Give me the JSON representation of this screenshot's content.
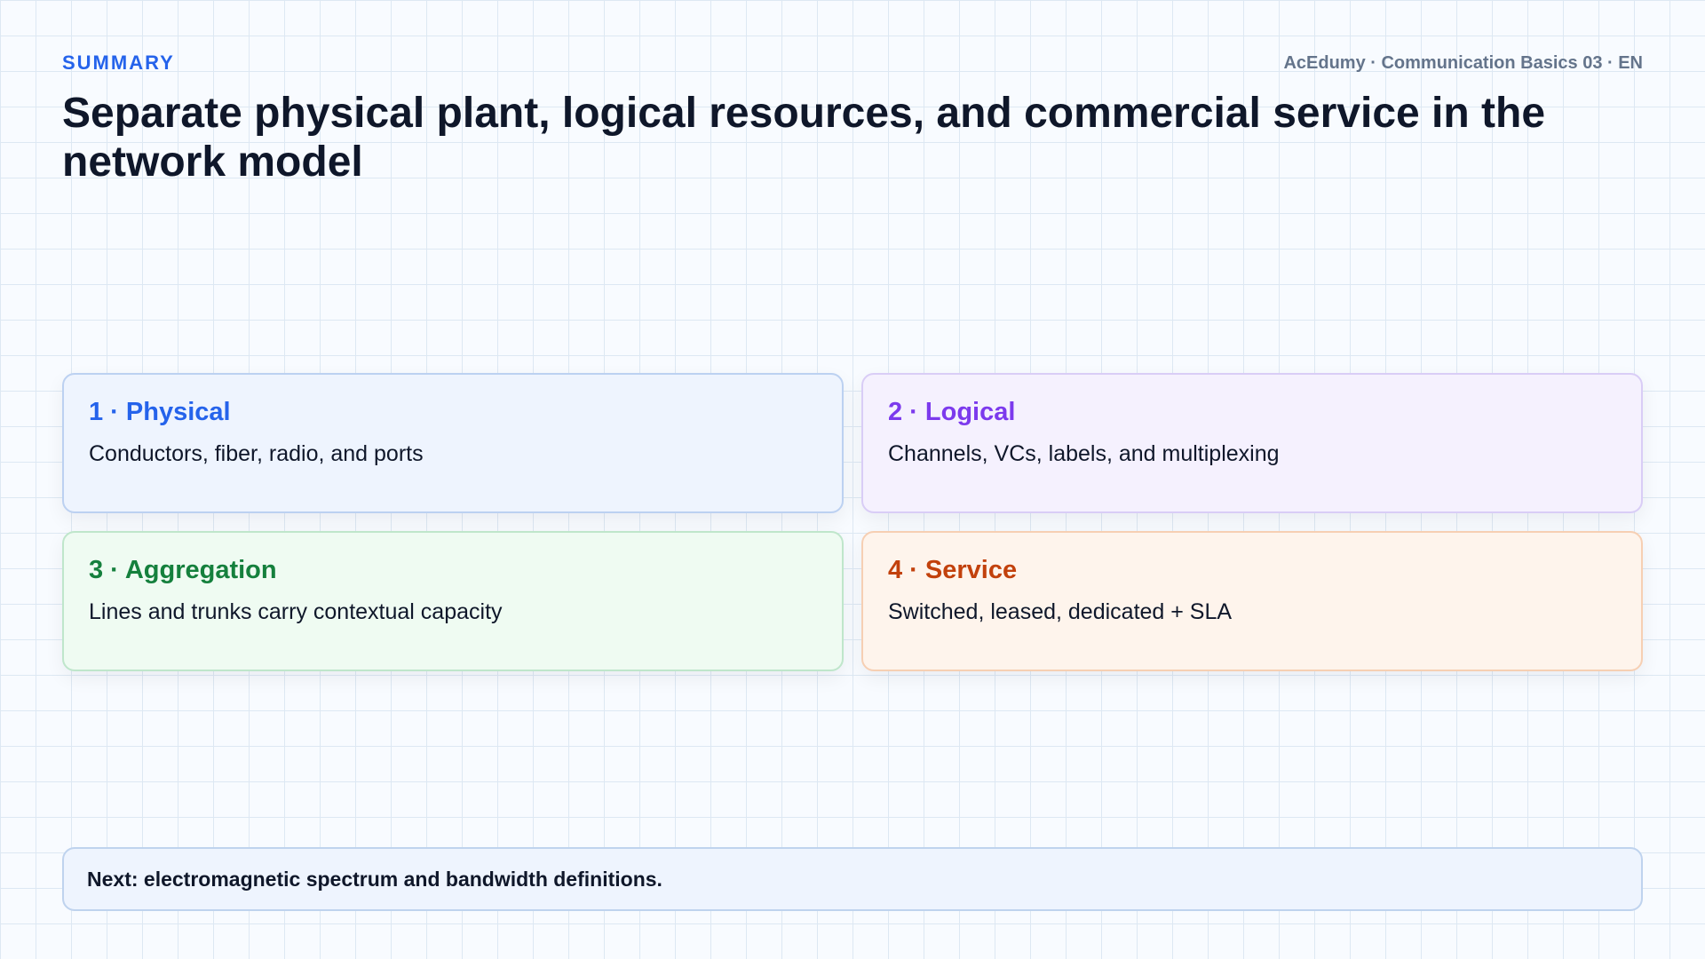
{
  "header": {
    "eyebrow": "SUMMARY",
    "brand": "AcEdumy · Communication Basics 03 · EN",
    "title": "Separate physical plant, logical resources, and commercial service in the network model"
  },
  "cards": [
    {
      "title": "1 · Physical",
      "desc": "Conductors, fiber, radio, and ports",
      "accent": "#2563eb"
    },
    {
      "title": "2 · Logical",
      "desc": "Channels, VCs, labels, and multiplexing",
      "accent": "#7c3aed"
    },
    {
      "title": "3 · Aggregation",
      "desc": "Lines and trunks carry contextual capacity",
      "accent": "#15803d"
    },
    {
      "title": "4 · Service",
      "desc": "Switched, leased, dedicated + SLA",
      "accent": "#c2410c"
    }
  ],
  "footer": {
    "next": "Next: electromagnetic spectrum and bandwidth definitions."
  }
}
